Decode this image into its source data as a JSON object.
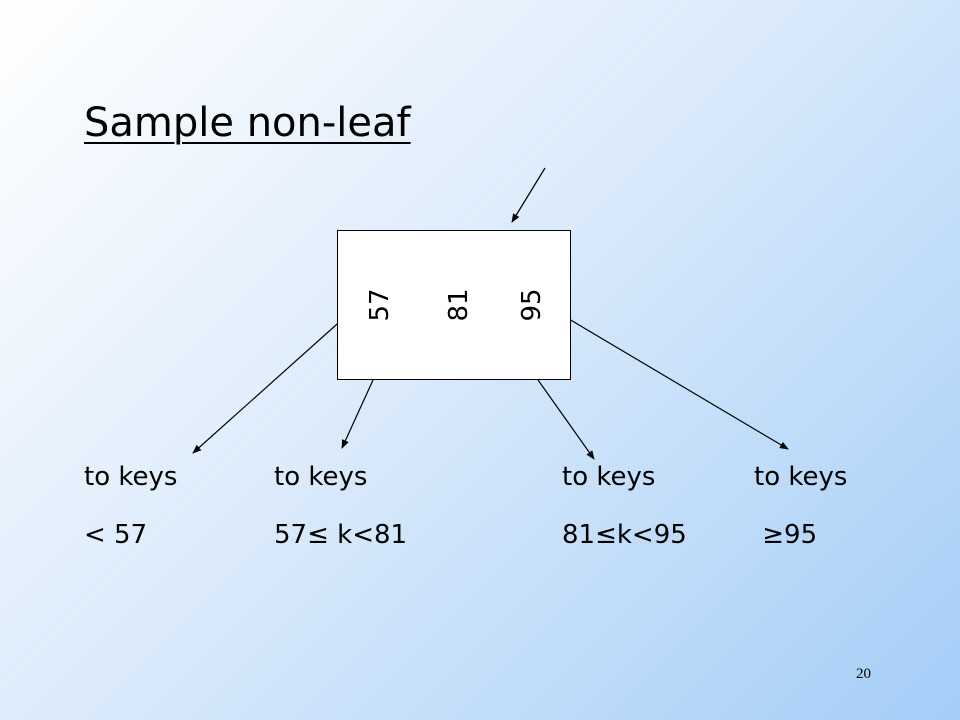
{
  "slide": {
    "title": "Sample non-leaf",
    "page_number": "20"
  },
  "node": {
    "keys": [
      "57",
      "81",
      "95"
    ]
  },
  "targets": [
    {
      "line1": "to keys",
      "line2": "< 57"
    },
    {
      "line1": "to keys",
      "line2": "57≤ k<81"
    },
    {
      "line1": "to keys",
      "line2": "81≤k<95"
    },
    {
      "line1": "to keys",
      "line2": " ≥95"
    }
  ]
}
